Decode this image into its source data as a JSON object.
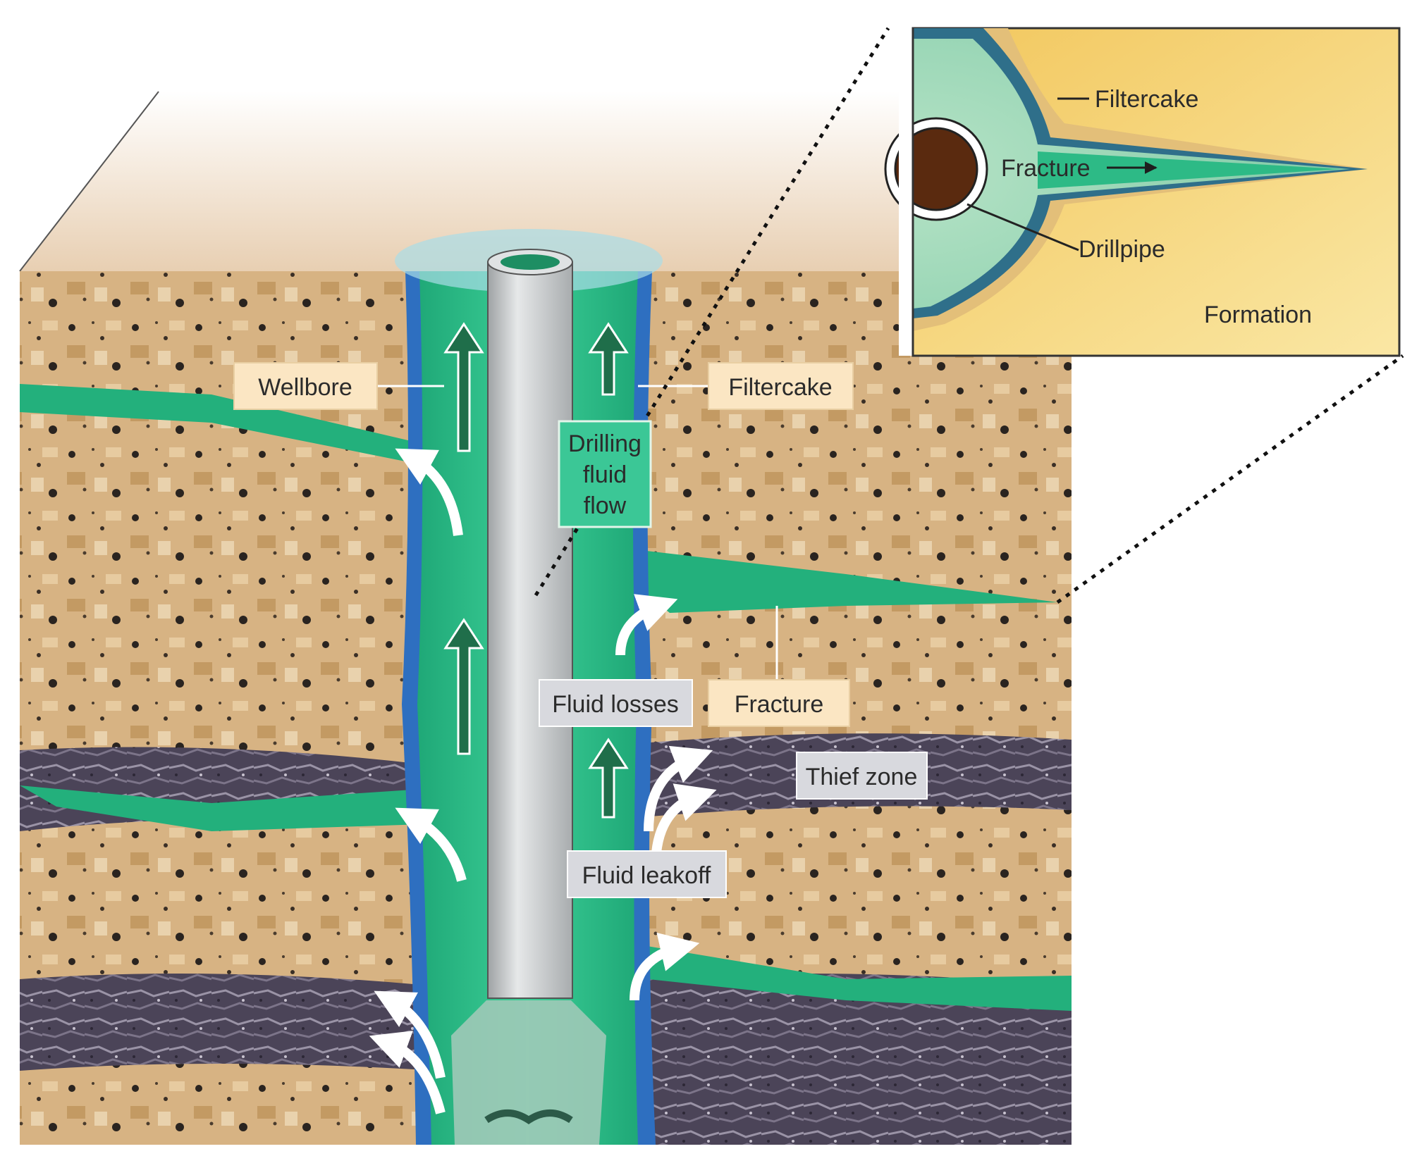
{
  "inset": {
    "labels": {
      "filtercake": "Filtercake",
      "fracture": "Fracture",
      "drillpipe": "Drillpipe",
      "formation": "Formation"
    }
  },
  "labels": {
    "wellbore": "Wellbore",
    "filtercake": "Filtercake",
    "drilling_fluid_flow": [
      "Drilling",
      "fluid",
      "flow"
    ],
    "fluid_losses": "Fluid losses",
    "fracture": "Fracture",
    "thief_zone": "Thief zone",
    "fluid_leakoff": "Fluid leakoff"
  },
  "colors": {
    "rock": "#d7b383",
    "rock_dark": "#b98d55",
    "thief_zone": "#4b4458",
    "drilling_fluid": "#2dba86",
    "filtercake": "#2e6fc0",
    "pipe": "#c9cccd",
    "label_box": "#fbe6c3",
    "gray_box": "#d8d9de",
    "green_box": "#3bc796",
    "inset_bg": "#f3cf6a"
  }
}
